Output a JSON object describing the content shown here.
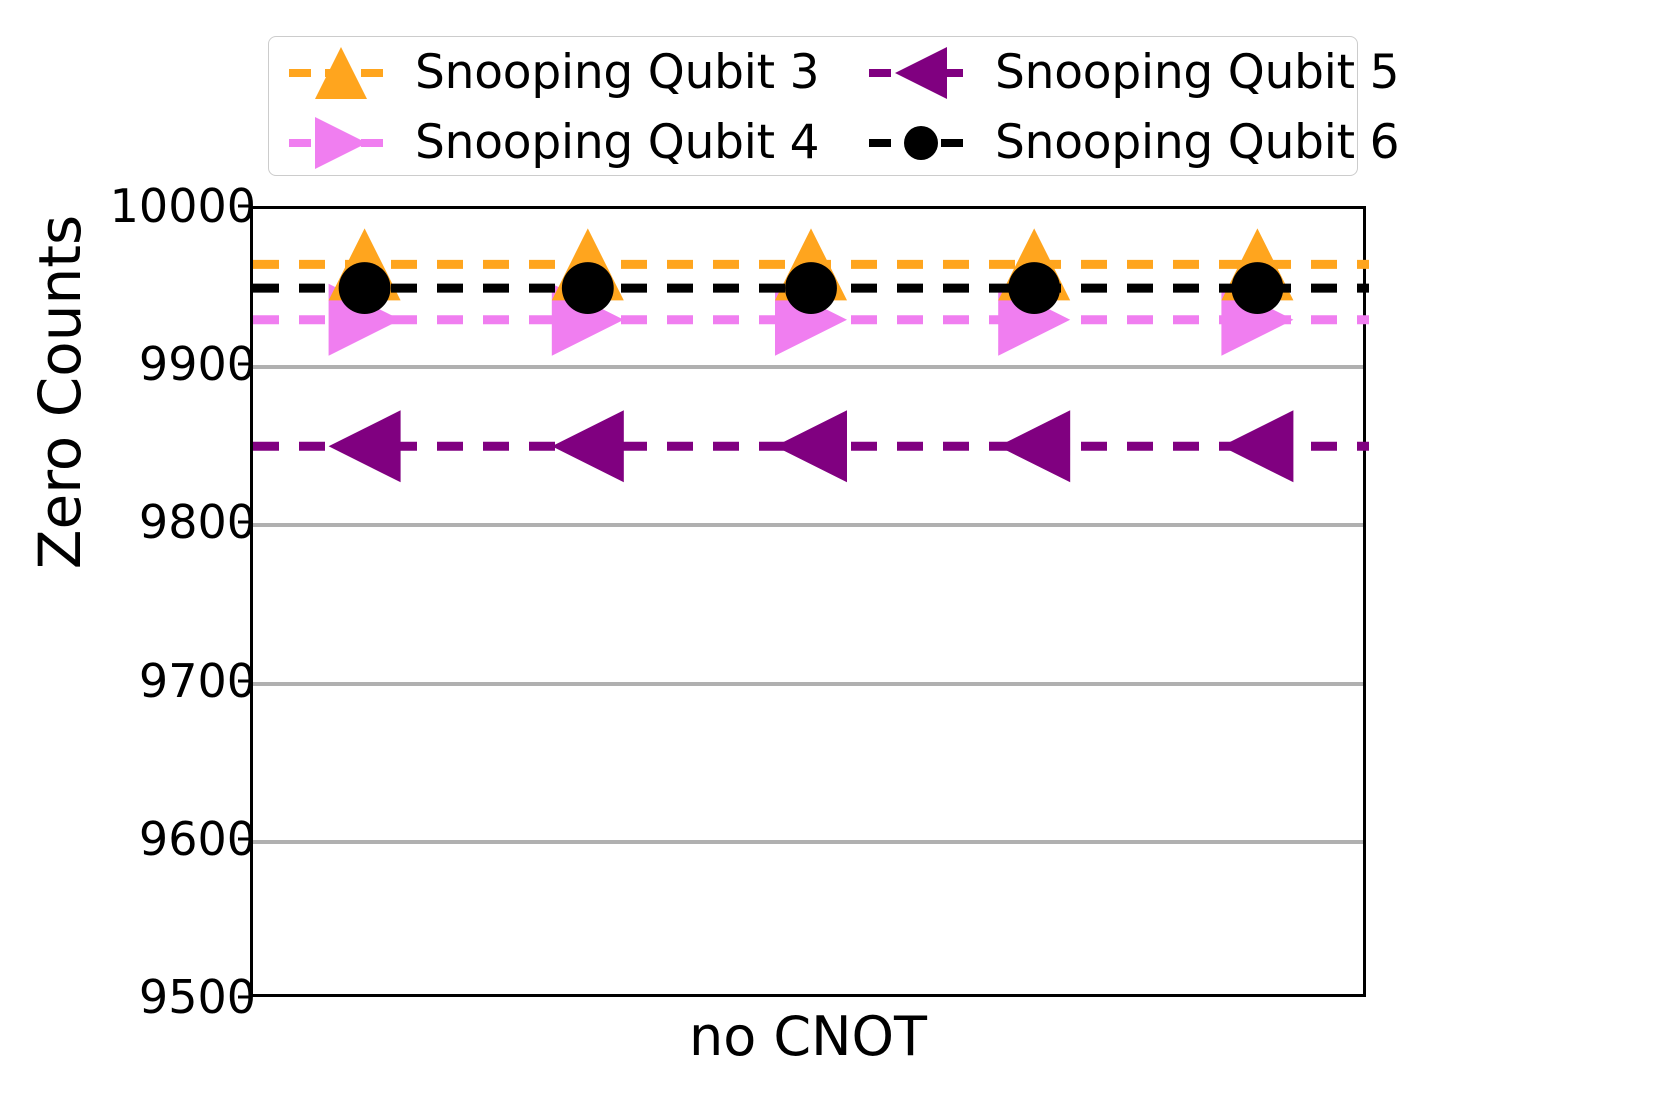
{
  "chart_data": {
    "type": "line",
    "title": "",
    "xlabel": "no CNOT",
    "ylabel": "Zero Counts",
    "ylim": [
      9500,
      10000
    ],
    "yticks": [
      10000,
      9900,
      9800,
      9700,
      9600,
      9500
    ],
    "ytick_labels": [
      "10000",
      "9900",
      "9800",
      "9700",
      "9600",
      "9500"
    ],
    "categories": [
      "no CNOT"
    ],
    "x": [
      1,
      2,
      3,
      4,
      5
    ],
    "grid": "horizontal",
    "legend_position": "upper-center-outside",
    "series": [
      {
        "name": "Snooping Qubit 3",
        "color": "#FFA51E",
        "marker": "triangle-up",
        "linestyle": "dashed",
        "values": [
          9965,
          9965,
          9965,
          9965,
          9965
        ]
      },
      {
        "name": "Snooping Qubit 4",
        "color": "#F07EF0",
        "marker": "triangle-right",
        "linestyle": "dashed",
        "values": [
          9930,
          9930,
          9930,
          9930,
          9930
        ]
      },
      {
        "name": "Snooping Qubit 5",
        "color": "#800080",
        "marker": "triangle-left",
        "linestyle": "dashed",
        "values": [
          9850,
          9850,
          9850,
          9850,
          9850
        ]
      },
      {
        "name": "Snooping Qubit 6",
        "color": "#000000",
        "marker": "circle",
        "linestyle": "dashed",
        "values": [
          9950,
          9950,
          9950,
          9950,
          9950
        ]
      }
    ]
  },
  "legend": {
    "entries": [
      {
        "label": "Snooping Qubit 3"
      },
      {
        "label": "Snooping Qubit 5"
      },
      {
        "label": "Snooping Qubit 4"
      },
      {
        "label": "Snooping Qubit 6"
      }
    ]
  },
  "axes": {
    "y_title": "Zero Counts",
    "x_tick_label": "no CNOT",
    "y_tick_labels": [
      "10000",
      "9900",
      "9800",
      "9700",
      "9600",
      "9500"
    ]
  }
}
